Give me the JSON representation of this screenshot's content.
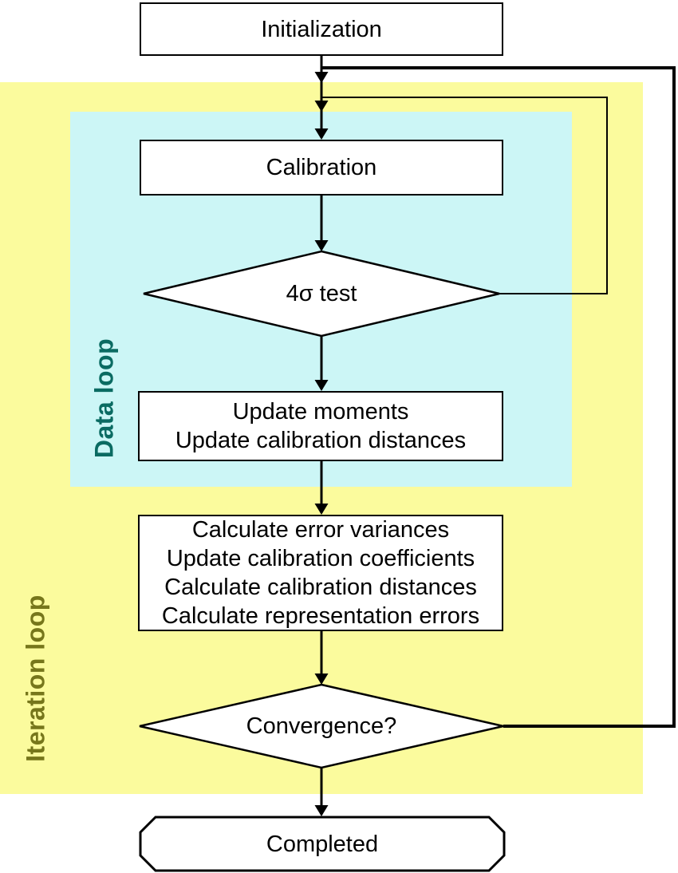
{
  "colors": {
    "background": "#ffffff",
    "line": "#000000",
    "node_fill": "#ffffff",
    "node_text": "#000000",
    "iteration_fill": "#FBFB9D",
    "iteration_label": "#76761B",
    "data_fill": "#CCF6F6",
    "data_label": "#0A6B62"
  },
  "regions": {
    "iteration_loop": {
      "label": "Iteration loop"
    },
    "data_loop": {
      "label": "Data loop"
    }
  },
  "nodes": {
    "initialization": {
      "type": "process",
      "label": "Initialization"
    },
    "calibration": {
      "type": "process",
      "label": "Calibration"
    },
    "sigma_test": {
      "type": "decision",
      "label": "4σ test"
    },
    "update_moments": {
      "type": "process",
      "lines": [
        "Update moments",
        "Update calibration distances"
      ]
    },
    "calculate": {
      "type": "process",
      "lines": [
        "Calculate error variances",
        "Update calibration coefficients",
        "Calculate calibration distances",
        "Calculate representation errors"
      ]
    },
    "convergence": {
      "type": "decision",
      "label": "Convergence?"
    },
    "completed": {
      "type": "terminator",
      "label": "Completed"
    }
  },
  "edges": [
    {
      "from": "initialization",
      "to": "calibration"
    },
    {
      "from": "calibration",
      "to": "sigma_test"
    },
    {
      "from": "sigma_test",
      "to": "update_moments"
    },
    {
      "from": "sigma_test",
      "to": "data_loop_start",
      "kind": "loop_back"
    },
    {
      "from": "update_moments",
      "to": "calculate"
    },
    {
      "from": "calculate",
      "to": "convergence"
    },
    {
      "from": "convergence",
      "to": "iteration_loop_start",
      "kind": "loop_back"
    },
    {
      "from": "convergence",
      "to": "completed"
    }
  ]
}
